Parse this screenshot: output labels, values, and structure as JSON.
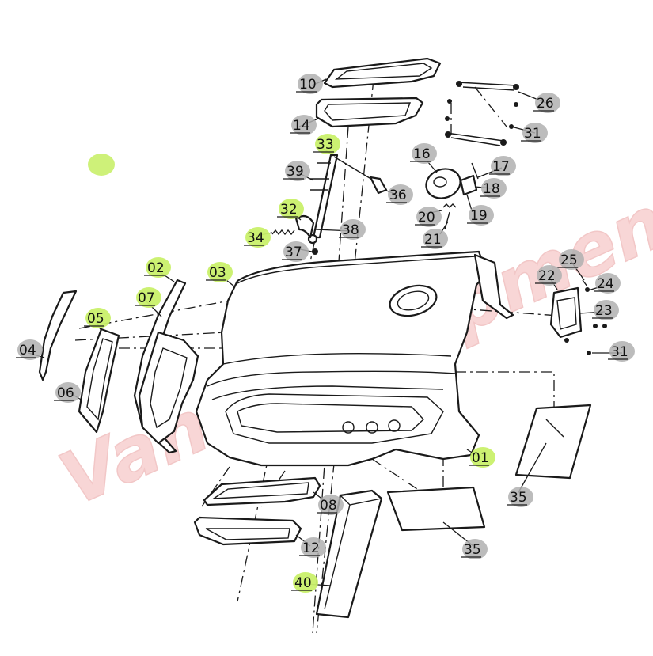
{
  "diagram": {
    "colors": {
      "background": "#ffffff",
      "ink": "#1a1a1a",
      "callout_bubble": "#b0b0b0",
      "highlight": "#c9f06a",
      "watermark": "#f4b6b6"
    },
    "watermark_text": "VanceEquipment",
    "callouts": [
      {
        "id": "c-10",
        "label": "10",
        "highlighted": false
      },
      {
        "id": "c-14",
        "label": "14",
        "highlighted": false
      },
      {
        "id": "c-26",
        "label": "26",
        "highlighted": false
      },
      {
        "id": "c-31a",
        "label": "31",
        "highlighted": false
      },
      {
        "id": "c-33",
        "label": "33",
        "highlighted": true
      },
      {
        "id": "c-16",
        "label": "16",
        "highlighted": false
      },
      {
        "id": "c-17",
        "label": "17",
        "highlighted": false
      },
      {
        "id": "c-39",
        "label": "39",
        "highlighted": false
      },
      {
        "id": "c-36",
        "label": "36",
        "highlighted": false
      },
      {
        "id": "c-18",
        "label": "18",
        "highlighted": false
      },
      {
        "id": "c-32",
        "label": "32",
        "highlighted": true
      },
      {
        "id": "c-20",
        "label": "20",
        "highlighted": false
      },
      {
        "id": "c-19",
        "label": "19",
        "highlighted": false
      },
      {
        "id": "c-38",
        "label": "38",
        "highlighted": false
      },
      {
        "id": "c-21",
        "label": "21",
        "highlighted": false
      },
      {
        "id": "c-34",
        "label": "34",
        "highlighted": true
      },
      {
        "id": "c-37",
        "label": "37",
        "highlighted": false
      },
      {
        "id": "c-25",
        "label": "25",
        "highlighted": false
      },
      {
        "id": "c-02",
        "label": "02",
        "highlighted": true
      },
      {
        "id": "c-03",
        "label": "03",
        "highlighted": true
      },
      {
        "id": "c-22",
        "label": "22",
        "highlighted": false
      },
      {
        "id": "c-24",
        "label": "24",
        "highlighted": false
      },
      {
        "id": "c-07",
        "label": "07",
        "highlighted": true
      },
      {
        "id": "c-23",
        "label": "23",
        "highlighted": false
      },
      {
        "id": "c-05",
        "label": "05",
        "highlighted": true
      },
      {
        "id": "c-04",
        "label": "04",
        "highlighted": false
      },
      {
        "id": "c-31b",
        "label": "31",
        "highlighted": false
      },
      {
        "id": "c-06",
        "label": "06",
        "highlighted": false
      },
      {
        "id": "c-01",
        "label": "01",
        "highlighted": true
      },
      {
        "id": "c-35a",
        "label": "35",
        "highlighted": false
      },
      {
        "id": "c-08",
        "label": "08",
        "highlighted": false
      },
      {
        "id": "c-35b",
        "label": "35",
        "highlighted": false
      },
      {
        "id": "c-12",
        "label": "12",
        "highlighted": false
      },
      {
        "id": "c-40",
        "label": "40",
        "highlighted": true
      }
    ]
  }
}
